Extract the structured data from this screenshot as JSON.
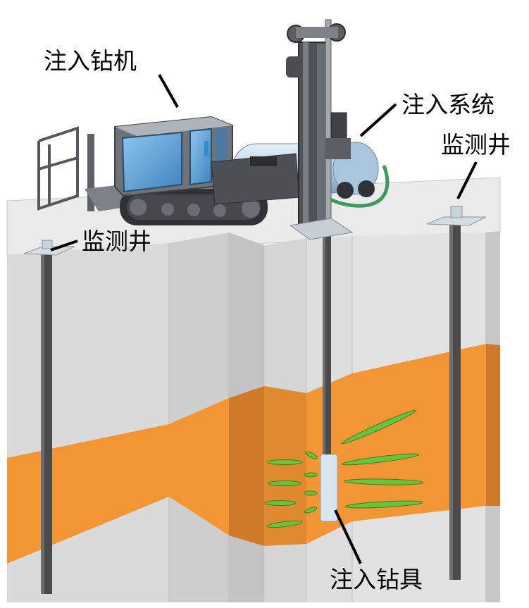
{
  "labels": {
    "rig": "注入钻机",
    "system": "注入系统",
    "well_right": "监测井",
    "well_left": "监测井",
    "tool": "注入钻具"
  },
  "colors": {
    "ground_top": "#ebebeb",
    "ground_face": "#dcdcdc",
    "layer": "#f29535",
    "layer_shade": "#cf7a28",
    "well": "#4a4a4a",
    "crack": "#6cc23a",
    "machine": "#8a8f96",
    "cab_glass": "#5a9fd4",
    "tank": "#b9d4ea",
    "hose": "#3b9a5c"
  }
}
